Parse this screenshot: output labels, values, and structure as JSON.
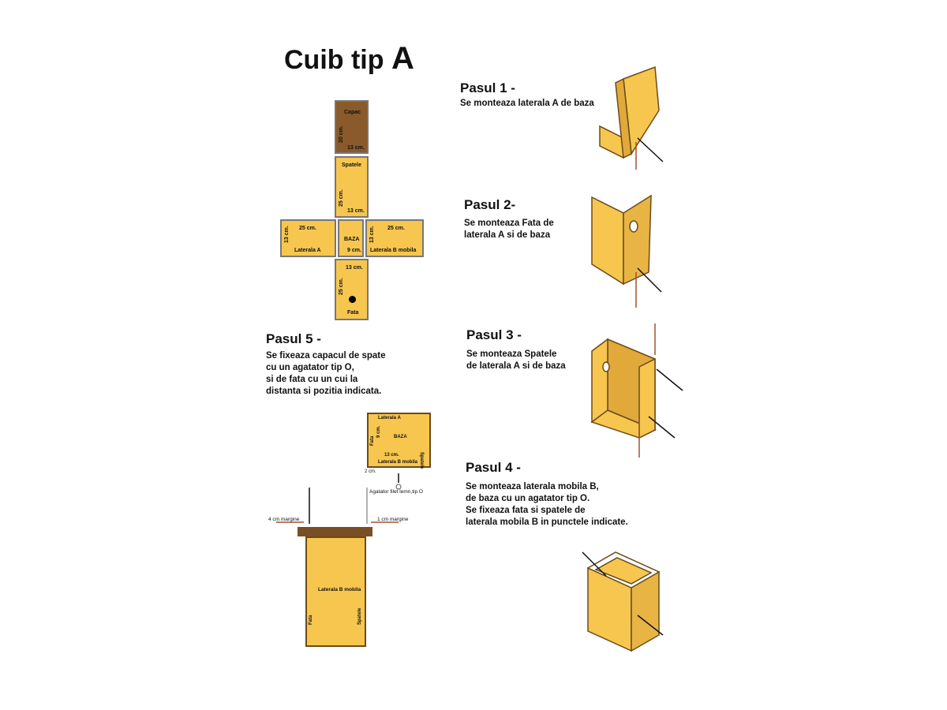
{
  "title": {
    "main": "Cuib tip ",
    "letter": "A"
  },
  "net": {
    "capac": {
      "label": "Capac",
      "h": "20 cm.",
      "w": "13 cm."
    },
    "spatele": {
      "label": "Spatele",
      "h": "25 cm.",
      "w": "13 cm."
    },
    "laterala_a": {
      "label": "Laterala A",
      "h": "13 cm.",
      "w": "25 cm."
    },
    "baza": {
      "label": "BAZA",
      "w": "9 cm."
    },
    "laterala_b": {
      "label": "Laterala B mobila",
      "h": "13 cm.",
      "w": "25 cm."
    },
    "fata": {
      "label": "Fata",
      "h": "25 cm.",
      "w": "13 cm."
    }
  },
  "steps": [
    {
      "heading": "Pasul 1 -",
      "text": [
        "Se monteaza laterala A de baza"
      ]
    },
    {
      "heading": "Pasul 2-",
      "text": [
        "Se monteaza Fata de",
        "laterala A si de baza"
      ]
    },
    {
      "heading": "Pasul 3 -",
      "text": [
        "Se monteaza Spatele",
        "de laterala A si de baza"
      ]
    },
    {
      "heading": "Pasul 4 -",
      "text": [
        "Se monteaza laterala mobila B,",
        "de baza cu un agatator tip O.",
        "Se fixeaza fata si spatele de",
        "laterala mobila B in punctele indicate."
      ]
    },
    {
      "heading": "Pasul 5 -",
      "text": [
        "Se fixeaza capacul de spate",
        "cu un agatator tip O,",
        "si de fata cu un cui la",
        "distanta si pozitia indicata."
      ]
    }
  ],
  "step5_diagram": {
    "top_view": {
      "laterala_a": "Laterala A",
      "baza": "BAZA",
      "fata": "Fata",
      "spatele": "Spatele",
      "laterala_b": "Laterala B mobila",
      "w": "13 cm.",
      "h": "9 cm.",
      "margin": "2 cm."
    },
    "hook": "Agatator filet lemn,tip O",
    "left_margin": "4 cm margine",
    "right_margin": "1 cm margine",
    "side_view": {
      "label": "Laterala B mobila",
      "fata": "Fata",
      "spatele": "Spatele"
    }
  }
}
